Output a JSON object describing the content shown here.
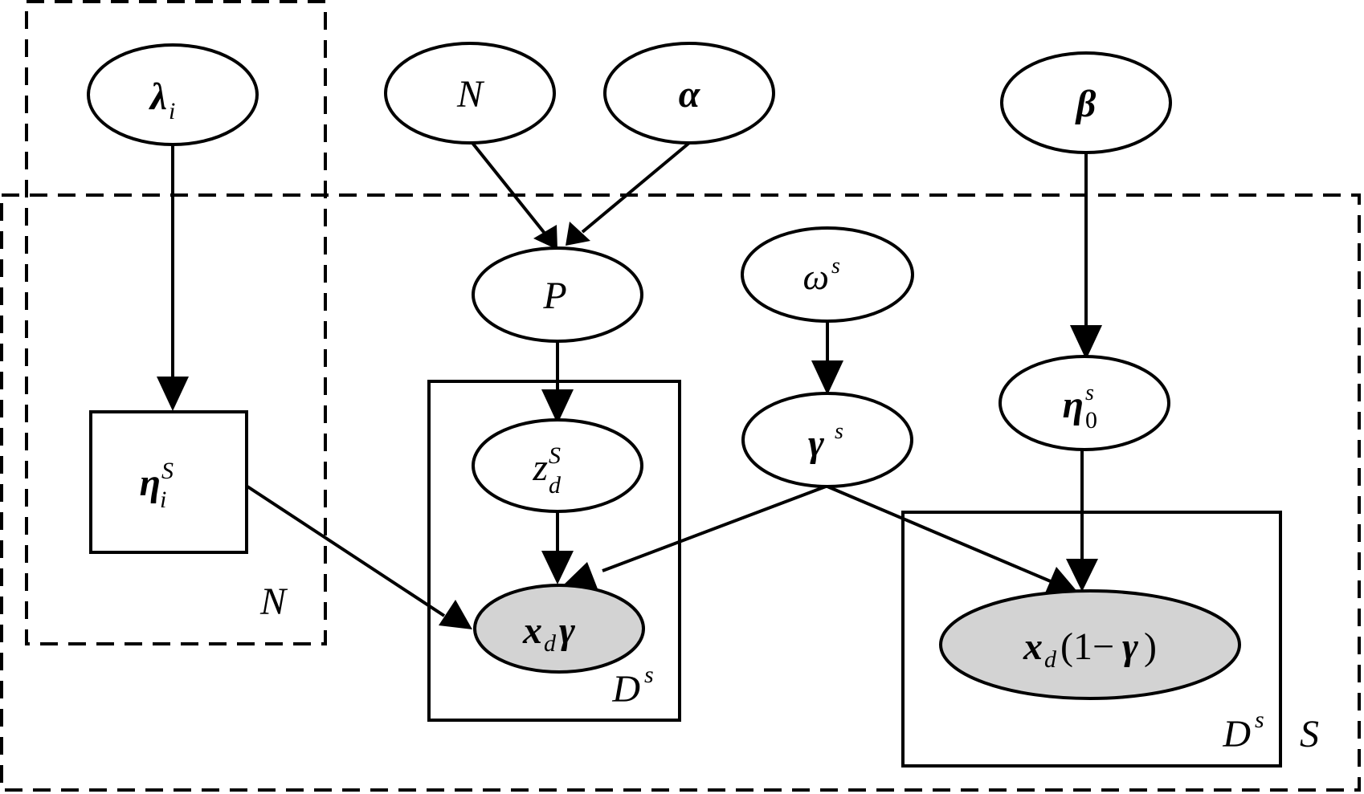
{
  "nodes": {
    "lambda": {
      "base": "λ",
      "sub": "i"
    },
    "N_top": {
      "base": "N"
    },
    "alpha": {
      "base": "α"
    },
    "beta": {
      "base": "β"
    },
    "P": {
      "base": "P"
    },
    "omega": {
      "base": "ω",
      "sup": "s"
    },
    "eta_i": {
      "base": "η",
      "sup": "S",
      "sub": "i"
    },
    "z": {
      "base": "z",
      "sup": "S",
      "sub": "d"
    },
    "gamma": {
      "base": "γ",
      "sup": "s"
    },
    "eta0": {
      "base": "η",
      "sup": "s",
      "sub": "0"
    },
    "x_gamma": {
      "base": "x",
      "sub": "d",
      "tail": "γ"
    },
    "x_one_minus": {
      "base": "x",
      "sub": "d",
      "tail_pre": "(1−",
      "tail_gamma": "γ",
      "tail_post": ")"
    }
  },
  "plates": {
    "N": {
      "label": "N"
    },
    "Ds_left": {
      "base": "D",
      "sup": "s"
    },
    "Ds_right": {
      "base": "D",
      "sup": "s"
    },
    "S": {
      "label": "S"
    }
  }
}
